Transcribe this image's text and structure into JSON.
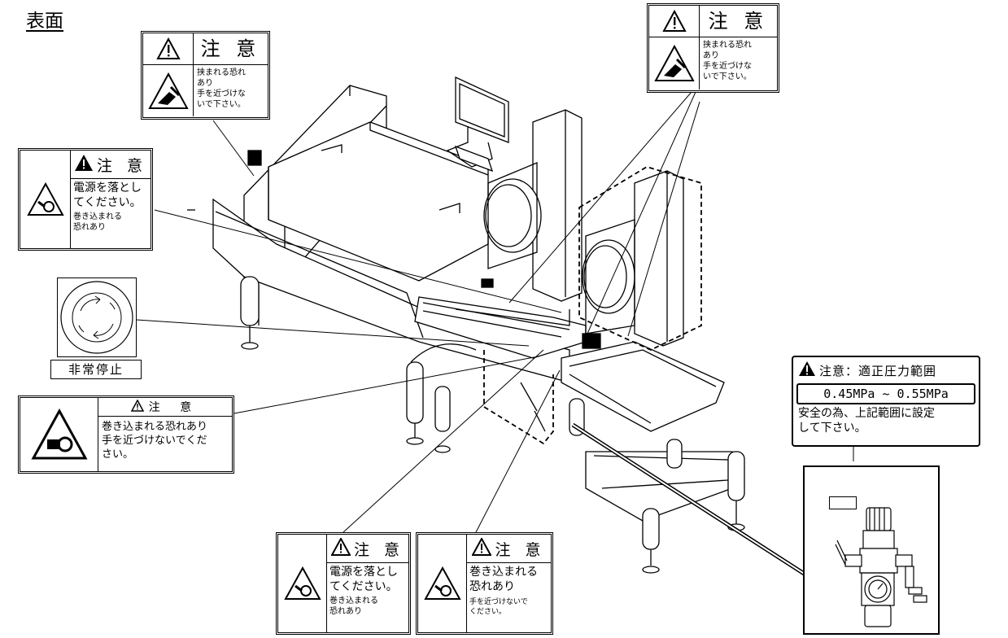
{
  "title": "表面",
  "labels": {
    "pinch_top_left": {
      "header": "注 意",
      "lines": [
        "挟まれる恐れ",
        "あり",
        "手を近づけな",
        "いで下さい。"
      ]
    },
    "pinch_top_right": {
      "header": "注 意",
      "lines": [
        "挟まれる恐れ",
        "あり",
        "手を近づけな",
        "いで下さい。"
      ]
    },
    "power_left": {
      "header": "注 意",
      "main": [
        "電源を落とし",
        "てください。"
      ],
      "sub": [
        "巻き込まれる",
        "恐れあり"
      ]
    },
    "emergency_stop": {
      "caption": "非常停止"
    },
    "entangle_left": {
      "header": "注 意",
      "lines": [
        "巻き込まれる恐れあり",
        "手を近づけないでくだ",
        "さい。"
      ]
    },
    "power_bottom": {
      "header": "注 意",
      "main": [
        "電源を落とし",
        "てください。"
      ],
      "sub": [
        "巻き込まれる",
        "恐れあり"
      ]
    },
    "entangle_bottom": {
      "header": "注 意",
      "main": [
        "巻き込まれる",
        "恐れあり"
      ],
      "sub": [
        "手を近づけないで",
        "ください。"
      ]
    },
    "pressure": {
      "header": "注意：適正圧力範囲",
      "range": "0.45MPa ~ 0.55MPa",
      "note": [
        "安全の為、上記範囲に設定",
        "して下さい。"
      ]
    }
  },
  "icons": [
    "warning-triangle-icon",
    "hand-pinch-icon",
    "gear-entangle-icon",
    "roller-entangle-icon",
    "emergency-stop-icon",
    "pressure-regulator-icon"
  ]
}
